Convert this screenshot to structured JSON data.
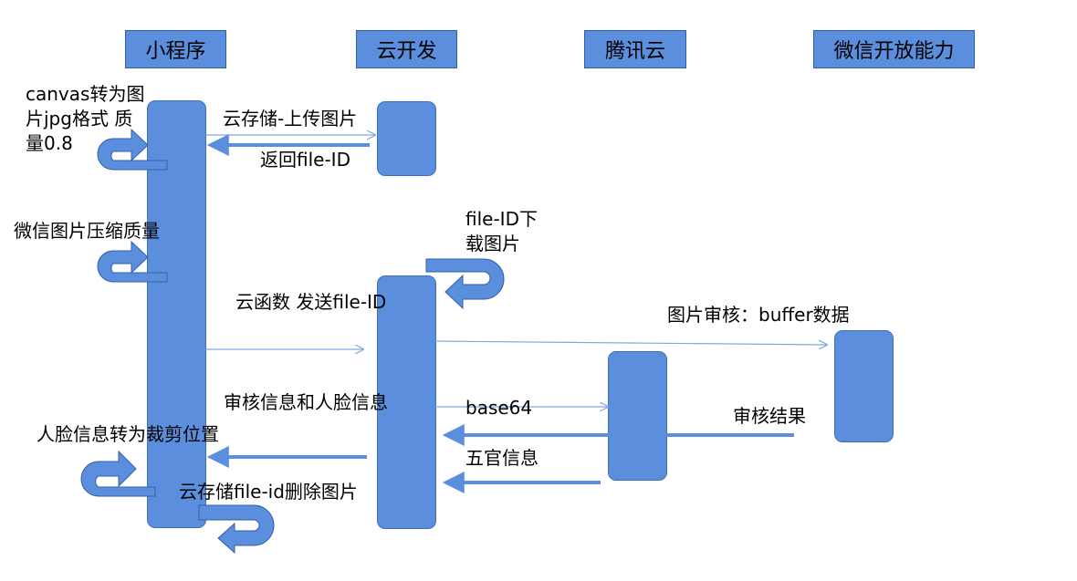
{
  "participants": [
    "小程序",
    "云开发",
    "腾讯云",
    "微信开放能力"
  ],
  "labels": {
    "canvas_line1": "canvas转为图",
    "canvas_line2": "片jpg格式 质",
    "canvas_line3": "量0.8",
    "upload": "云存储-上传图片",
    "return_fileid": "返回file-ID",
    "compress": "微信图片压缩质量",
    "download_line1": "file-ID下",
    "download_line2": "载图片",
    "cloud_func": "云函数 发送file-ID",
    "image_audit": "图片审核：buffer数据",
    "audit_face_info": "审核信息和人脸信息",
    "base64": "base64",
    "audit_result": "审核结果",
    "face_to_crop": "人脸信息转为裁剪位置",
    "facial_features": "五官信息",
    "delete_image": "云存储file-id删除图片"
  },
  "colors": {
    "box": "#5b8fdd",
    "arrow": "#5b8fdd",
    "thin_arrow": "#7fa7e6"
  }
}
